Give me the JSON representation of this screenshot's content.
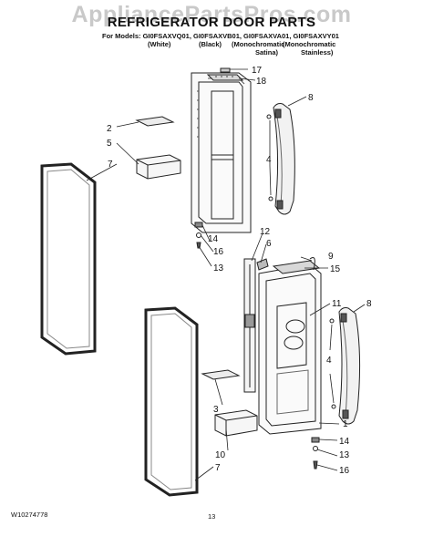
{
  "watermark": "AppliancePartsPros.com",
  "title": "REFRIGERATOR DOOR PARTS",
  "models_line": "For Models: GI0FSAXVQ01, GI0FSAXVB01, GI0FSAXVA01, GI0FSAXVY01",
  "model_colors": [
    "(White)",
    "(Black)",
    "(Monochromatic",
    "(Monochromatic"
  ],
  "model_colors_2": [
    "Satina)",
    "Stainless)"
  ],
  "callouts": [
    "17",
    "18",
    "8",
    "2",
    "5",
    "7",
    "4",
    "14",
    "16",
    "13",
    "12",
    "6",
    "9",
    "15",
    "11",
    "8",
    "4",
    "1",
    "3",
    "10",
    "7",
    "14",
    "13",
    "16"
  ],
  "footer": {
    "part_number": "W10274778",
    "page": "13"
  },
  "colors": {
    "line": "#222222",
    "shade": "#9a9a9a",
    "watermark": "#c9c9c9"
  }
}
